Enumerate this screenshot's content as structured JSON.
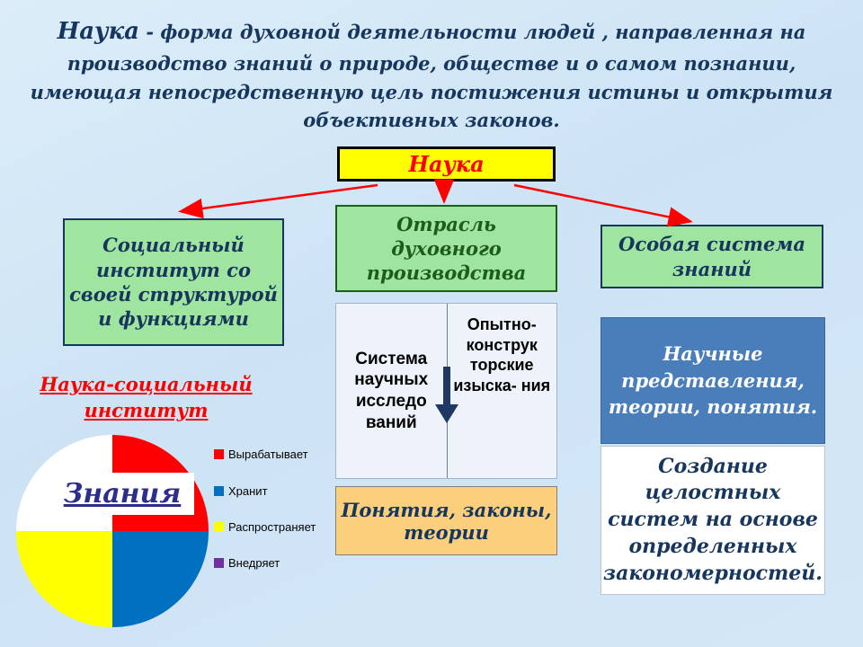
{
  "colors": {
    "background": "#cde3f4",
    "title_text": "#17365d",
    "nauka_bg": "#ffff00",
    "nauka_border": "#ff0000",
    "nauka_text": "#ff0000",
    "green_bg": "#9fe49f",
    "green_border": "#2fa12f",
    "navy_text": "#17365d",
    "mid_green_text": "#1e5c1e",
    "panel_bg": "#eef3fb",
    "orange_bg": "#fbcf7b",
    "blue_box_bg": "#4a7ebb",
    "blue_box_text": "#ffffff",
    "white_box_bg": "#ffffff",
    "arrow_red": "#ff0000",
    "down_arrow": "#1f3864",
    "znanie_text": "#2d2d8f",
    "red_heading": "#ff0000"
  },
  "title": {
    "lead": "Наука",
    "rest": " - форма духовной деятельности  людей , направленная на производство знаний о природе, обществе и о самом познании, имеющая непосредственную цель постижения истины и открытия объективных законов."
  },
  "diagram": {
    "root": "Наука",
    "branches": [
      {
        "label": "Социальный институт со своей структурой и функциями"
      },
      {
        "label": "Отрасль духовного производства"
      },
      {
        "label": "Особая система знаний"
      }
    ],
    "research_panel": {
      "left": "Система научных исследо ваний",
      "right": "Опытно-конструк торские изыска- ния"
    },
    "orange_box": "Понятия, законы, теории",
    "blue_box": "Научные представления, теории, понятия.",
    "white_box": "Создание целостных систем на основе определенных закономерностей."
  },
  "pie_section": {
    "heading": "Наука-социальный институт",
    "center_label": "Знания",
    "quadrants": {
      "tl": "#ffffff",
      "tr": "#ff0000",
      "br": "#0070c0",
      "bl": "#ffff00"
    },
    "legend": [
      {
        "label": "Вырабатывает",
        "color": "#ff0000"
      },
      {
        "label": "Хранит",
        "color": "#0070c0"
      },
      {
        "label": "Распространяет",
        "color": "#ffff00"
      },
      {
        "label": "Внедряет",
        "color": "#7030a0"
      }
    ]
  },
  "chart_data": {
    "type": "pie",
    "title": "Наука-социальный институт",
    "labels": [
      "Вырабатывает",
      "Хранит",
      "Распространяет",
      "Внедряет"
    ],
    "values": [
      25,
      25,
      25,
      25
    ],
    "colors": [
      "#ff0000",
      "#0070c0",
      "#ffff00",
      "#7030a0"
    ],
    "center_label": "Знания",
    "legend_position": "right"
  }
}
